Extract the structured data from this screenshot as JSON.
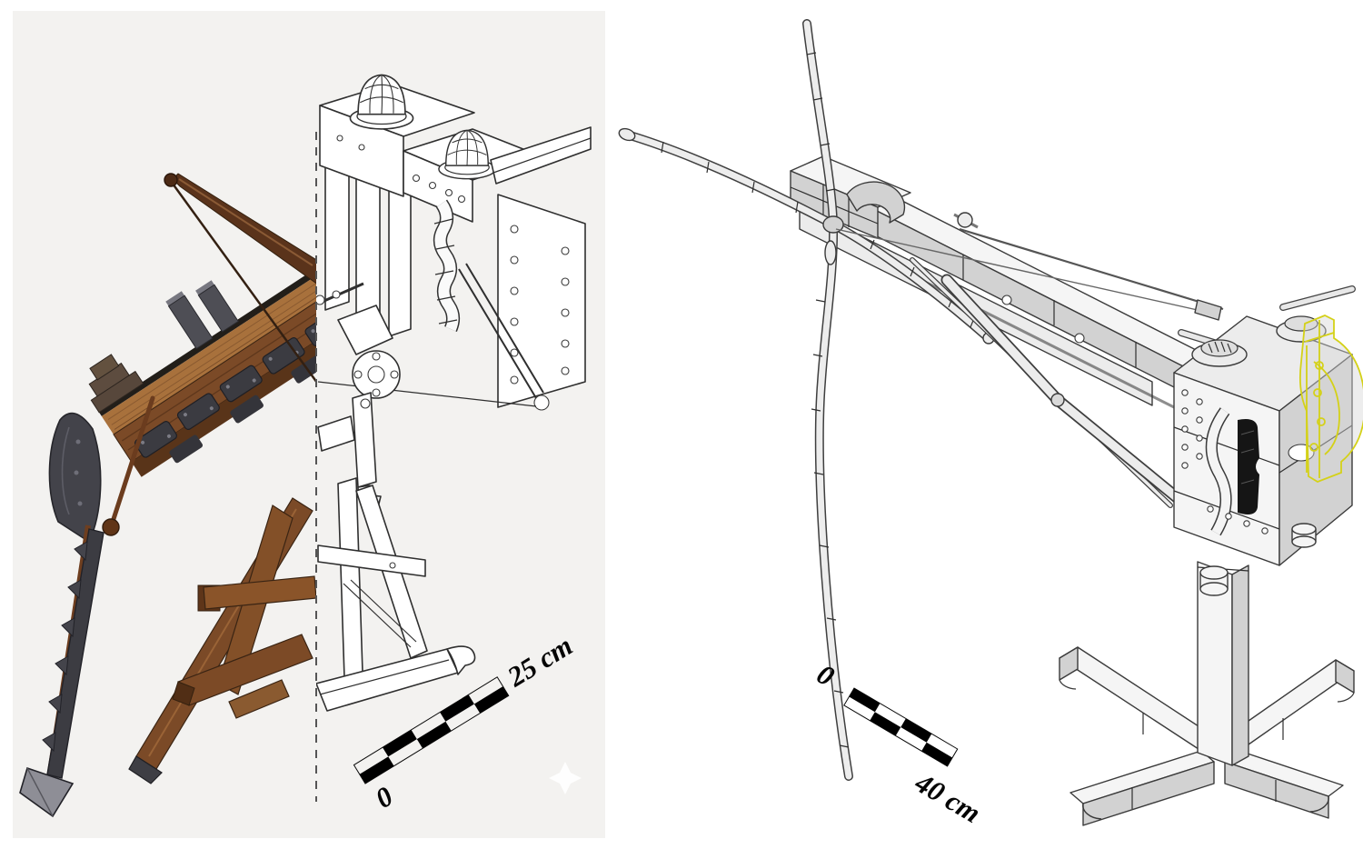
{
  "figure": {
    "left_panel": {
      "scale_bar": {
        "zero_label": "0",
        "end_label": "25 cm"
      }
    },
    "right_panel": {
      "scale_bar": {
        "zero_label": "0",
        "end_label": "40 cm"
      }
    }
  },
  "colors": {
    "canvas": "#ffffff",
    "paper": "#f3f2f0",
    "ink": "#2f2f2f",
    "wood": "#7b4a27",
    "wood_light": "#a8713c",
    "wood_dark": "#593419",
    "metal": "#3b3b41",
    "steel": "#9a9aa0",
    "wireframe_fill": "#ececec",
    "highlight": "#d4d118",
    "scale_bar_black": "#000000"
  }
}
